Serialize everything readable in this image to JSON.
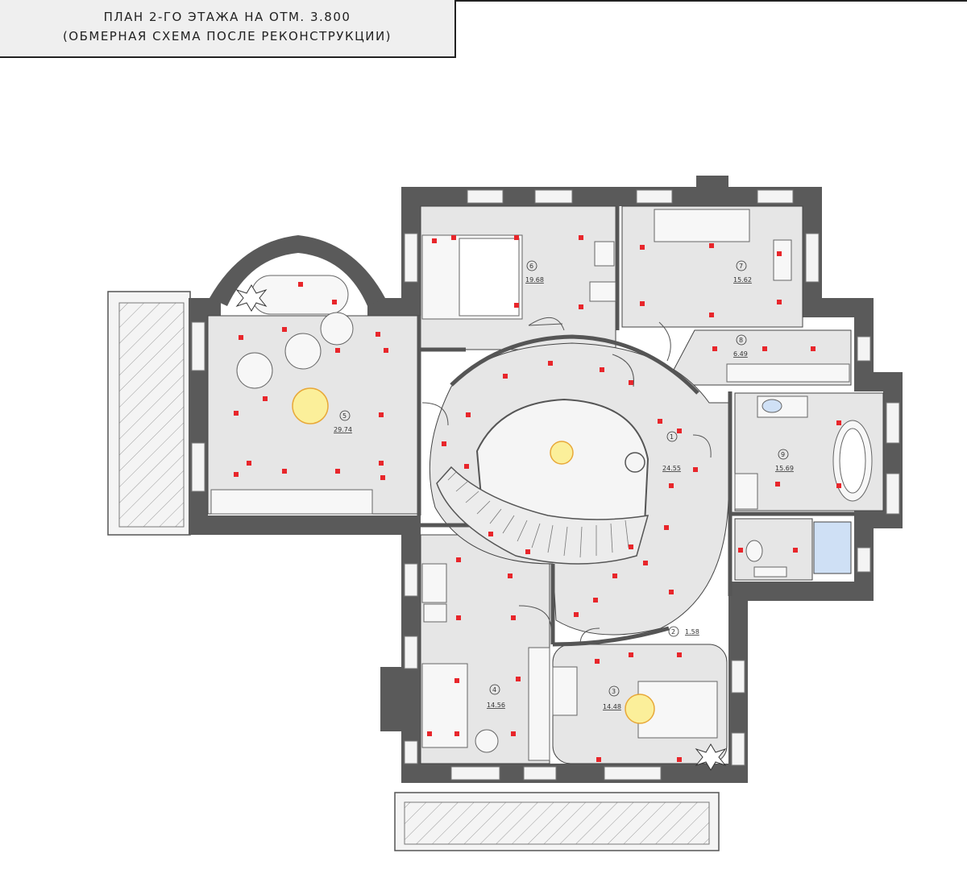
{
  "title": {
    "line1": "ПЛАН 2-ГО ЭТАЖА НА ОТМ. 3.800",
    "line2": "(ОБМЕРНАЯ СХЕМА ПОСЛЕ РЕКОНСТРУКЦИИ)"
  },
  "rooms": [
    {
      "number": "1",
      "area": "24.55"
    },
    {
      "number": "2",
      "area": "1.58"
    },
    {
      "number": "3",
      "area": "14.48"
    },
    {
      "number": "4",
      "area": "14.56"
    },
    {
      "number": "5",
      "area": "29.74"
    },
    {
      "number": "6",
      "area": "19.68"
    },
    {
      "number": "7",
      "area": "15.62"
    },
    {
      "number": "8",
      "area": "6.49"
    },
    {
      "number": "9",
      "area": "15.69"
    }
  ],
  "colors": {
    "wall": "#5a5a5a",
    "floor": "#e6e6e6",
    "terrace": "#f4f4f4",
    "fixture": "#e8262b",
    "lamp": "#fbef9a",
    "shower": "#cfe0f5"
  }
}
